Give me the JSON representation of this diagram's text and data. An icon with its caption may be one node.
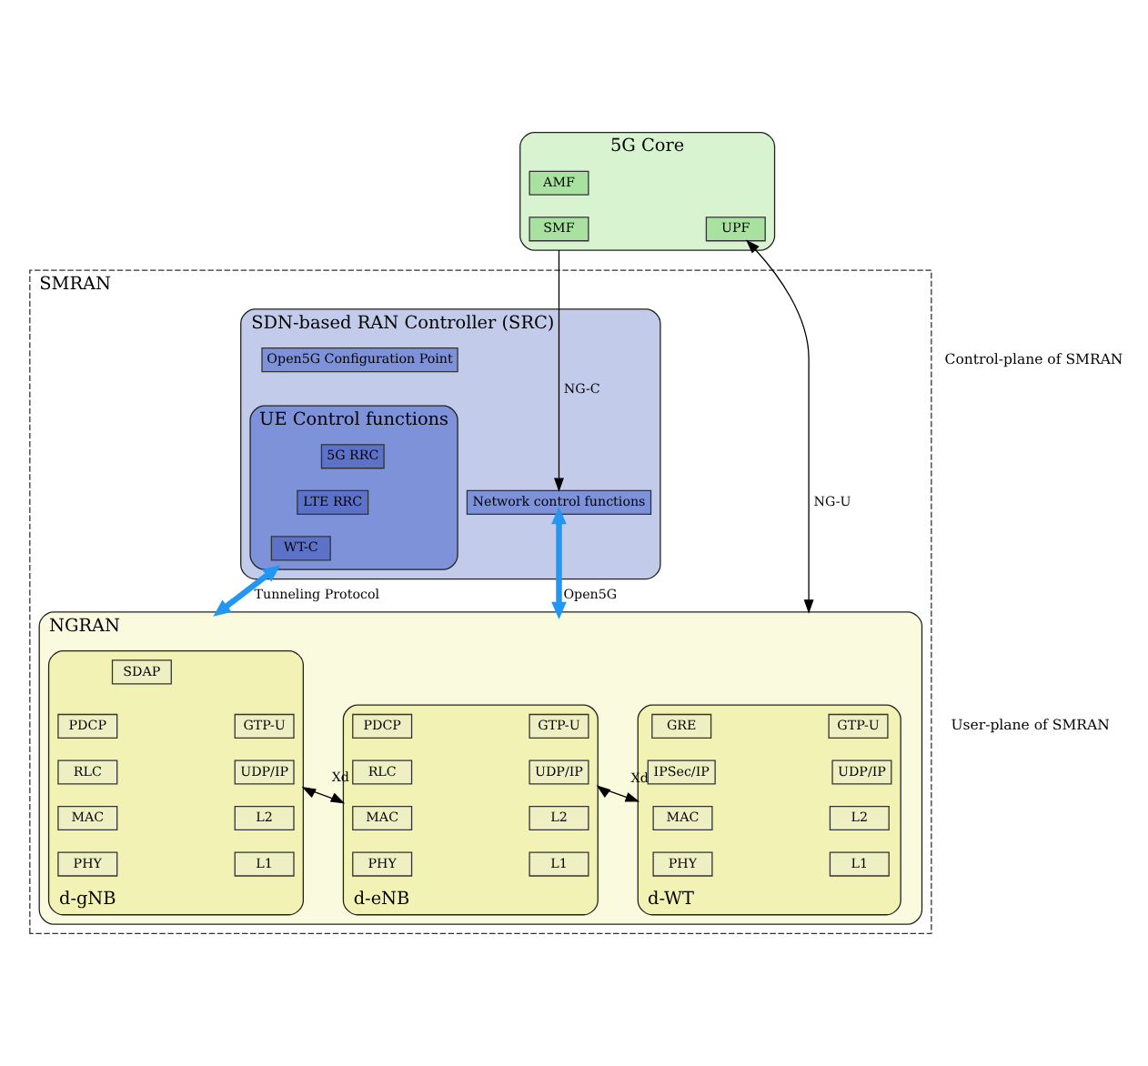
{
  "diagram": {
    "nodes": [
      {
        "text": [
          "5G Core"
        ]
      },
      {
        "text": [
          "AMF"
        ],
        "in": 0
      },
      {
        "text": [
          "UPF"
        ],
        "in": 0
      },
      {
        "text": [
          "SMF"
        ],
        "in": 0
      },
      {
        "text": [
          "SMRAN"
        ]
      },
      {
        "text": [
          "SDN-based RAN Controller (SRC)"
        ],
        "in": 4
      },
      {
        "text": [
          "Open5G Configuration Point"
        ],
        "in": 5
      },
      {
        "text": [
          "UE Control functions"
        ],
        "in": 5
      },
      {
        "text": [
          "5G RRC"
        ],
        "in": 7
      },
      {
        "text": [
          "LTE RRC"
        ],
        "in": 7
      },
      {
        "text": [
          "WT-C"
        ],
        "in": 7
      },
      {
        "text": [
          "Network control functions"
        ],
        "in": 5
      },
      {
        "text": [
          "NGRAN"
        ],
        "in": 4
      },
      {
        "text": [
          "d-gNB"
        ],
        "in": 12
      },
      {
        "text": [
          "SDAP"
        ],
        "in": 13
      },
      {
        "text": [
          "PDCP"
        ],
        "in": 13
      },
      {
        "text": [
          "RLC"
        ],
        "in": 13
      },
      {
        "text": [
          "MAC"
        ],
        "in": 13
      },
      {
        "text": [
          "PHY"
        ],
        "in": 13
      },
      {
        "text": [
          "GTP-U"
        ],
        "in": 13
      },
      {
        "text": [
          "UDP/IP"
        ],
        "in": 13
      },
      {
        "text": [
          "L2"
        ],
        "in": 13
      },
      {
        "text": [
          "L1"
        ],
        "in": 13
      },
      {
        "text": [
          "d-eNB"
        ],
        "in": 12
      },
      {
        "text": [
          "PDCP"
        ],
        "in": 23
      },
      {
        "text": [
          "RLC"
        ],
        "in": 23
      },
      {
        "text": [
          "MAC"
        ],
        "in": 23
      },
      {
        "text": [
          "PHY"
        ],
        "in": 23
      },
      {
        "text": [
          "GTP-U"
        ],
        "in": 23
      },
      {
        "text": [
          "UDP/IP"
        ],
        "in": 23
      },
      {
        "text": [
          "L2"
        ],
        "in": 23
      },
      {
        "text": [
          "L1"
        ],
        "in": 23
      },
      {
        "text": [
          "d-WT"
        ],
        "in": 12
      },
      {
        "text": [
          "GRE"
        ],
        "in": 32
      },
      {
        "text": [
          "IPSec/IP"
        ],
        "in": 32
      },
      {
        "text": [
          "MAC"
        ],
        "in": 32
      },
      {
        "text": [
          "PHY"
        ],
        "in": 32
      },
      {
        "text": [
          "GTP-U"
        ],
        "in": 32
      },
      {
        "text": [
          "UDP/IP"
        ],
        "in": 32
      },
      {
        "text": [
          "L2"
        ],
        "in": 32
      },
      {
        "text": [
          "L1"
        ],
        "in": 32
      }
    ],
    "edges": [
      {
        "from": 0,
        "to": 11,
        "arrow": "to",
        "label": "NG-C"
      },
      {
        "from": 2,
        "to": 12,
        "arrow": "both",
        "label": "NG-U"
      },
      {
        "from": 7,
        "to": 12,
        "arrow": "both",
        "label": "Tunneling Protocol",
        "color": "#2196f3",
        "style": "thick"
      },
      {
        "from": 11,
        "to": 12,
        "arrow": "both",
        "label": "Open5G",
        "color": "#2196f3",
        "style": "thick"
      },
      {
        "from": 13,
        "to": 23,
        "arrow": "both",
        "label": "Xd"
      },
      {
        "from": 23,
        "to": 32,
        "arrow": "both",
        "label": "Xd"
      }
    ],
    "labels": [
      "Control-plane of SMRAN",
      "User-plane of SMRAN"
    ]
  }
}
